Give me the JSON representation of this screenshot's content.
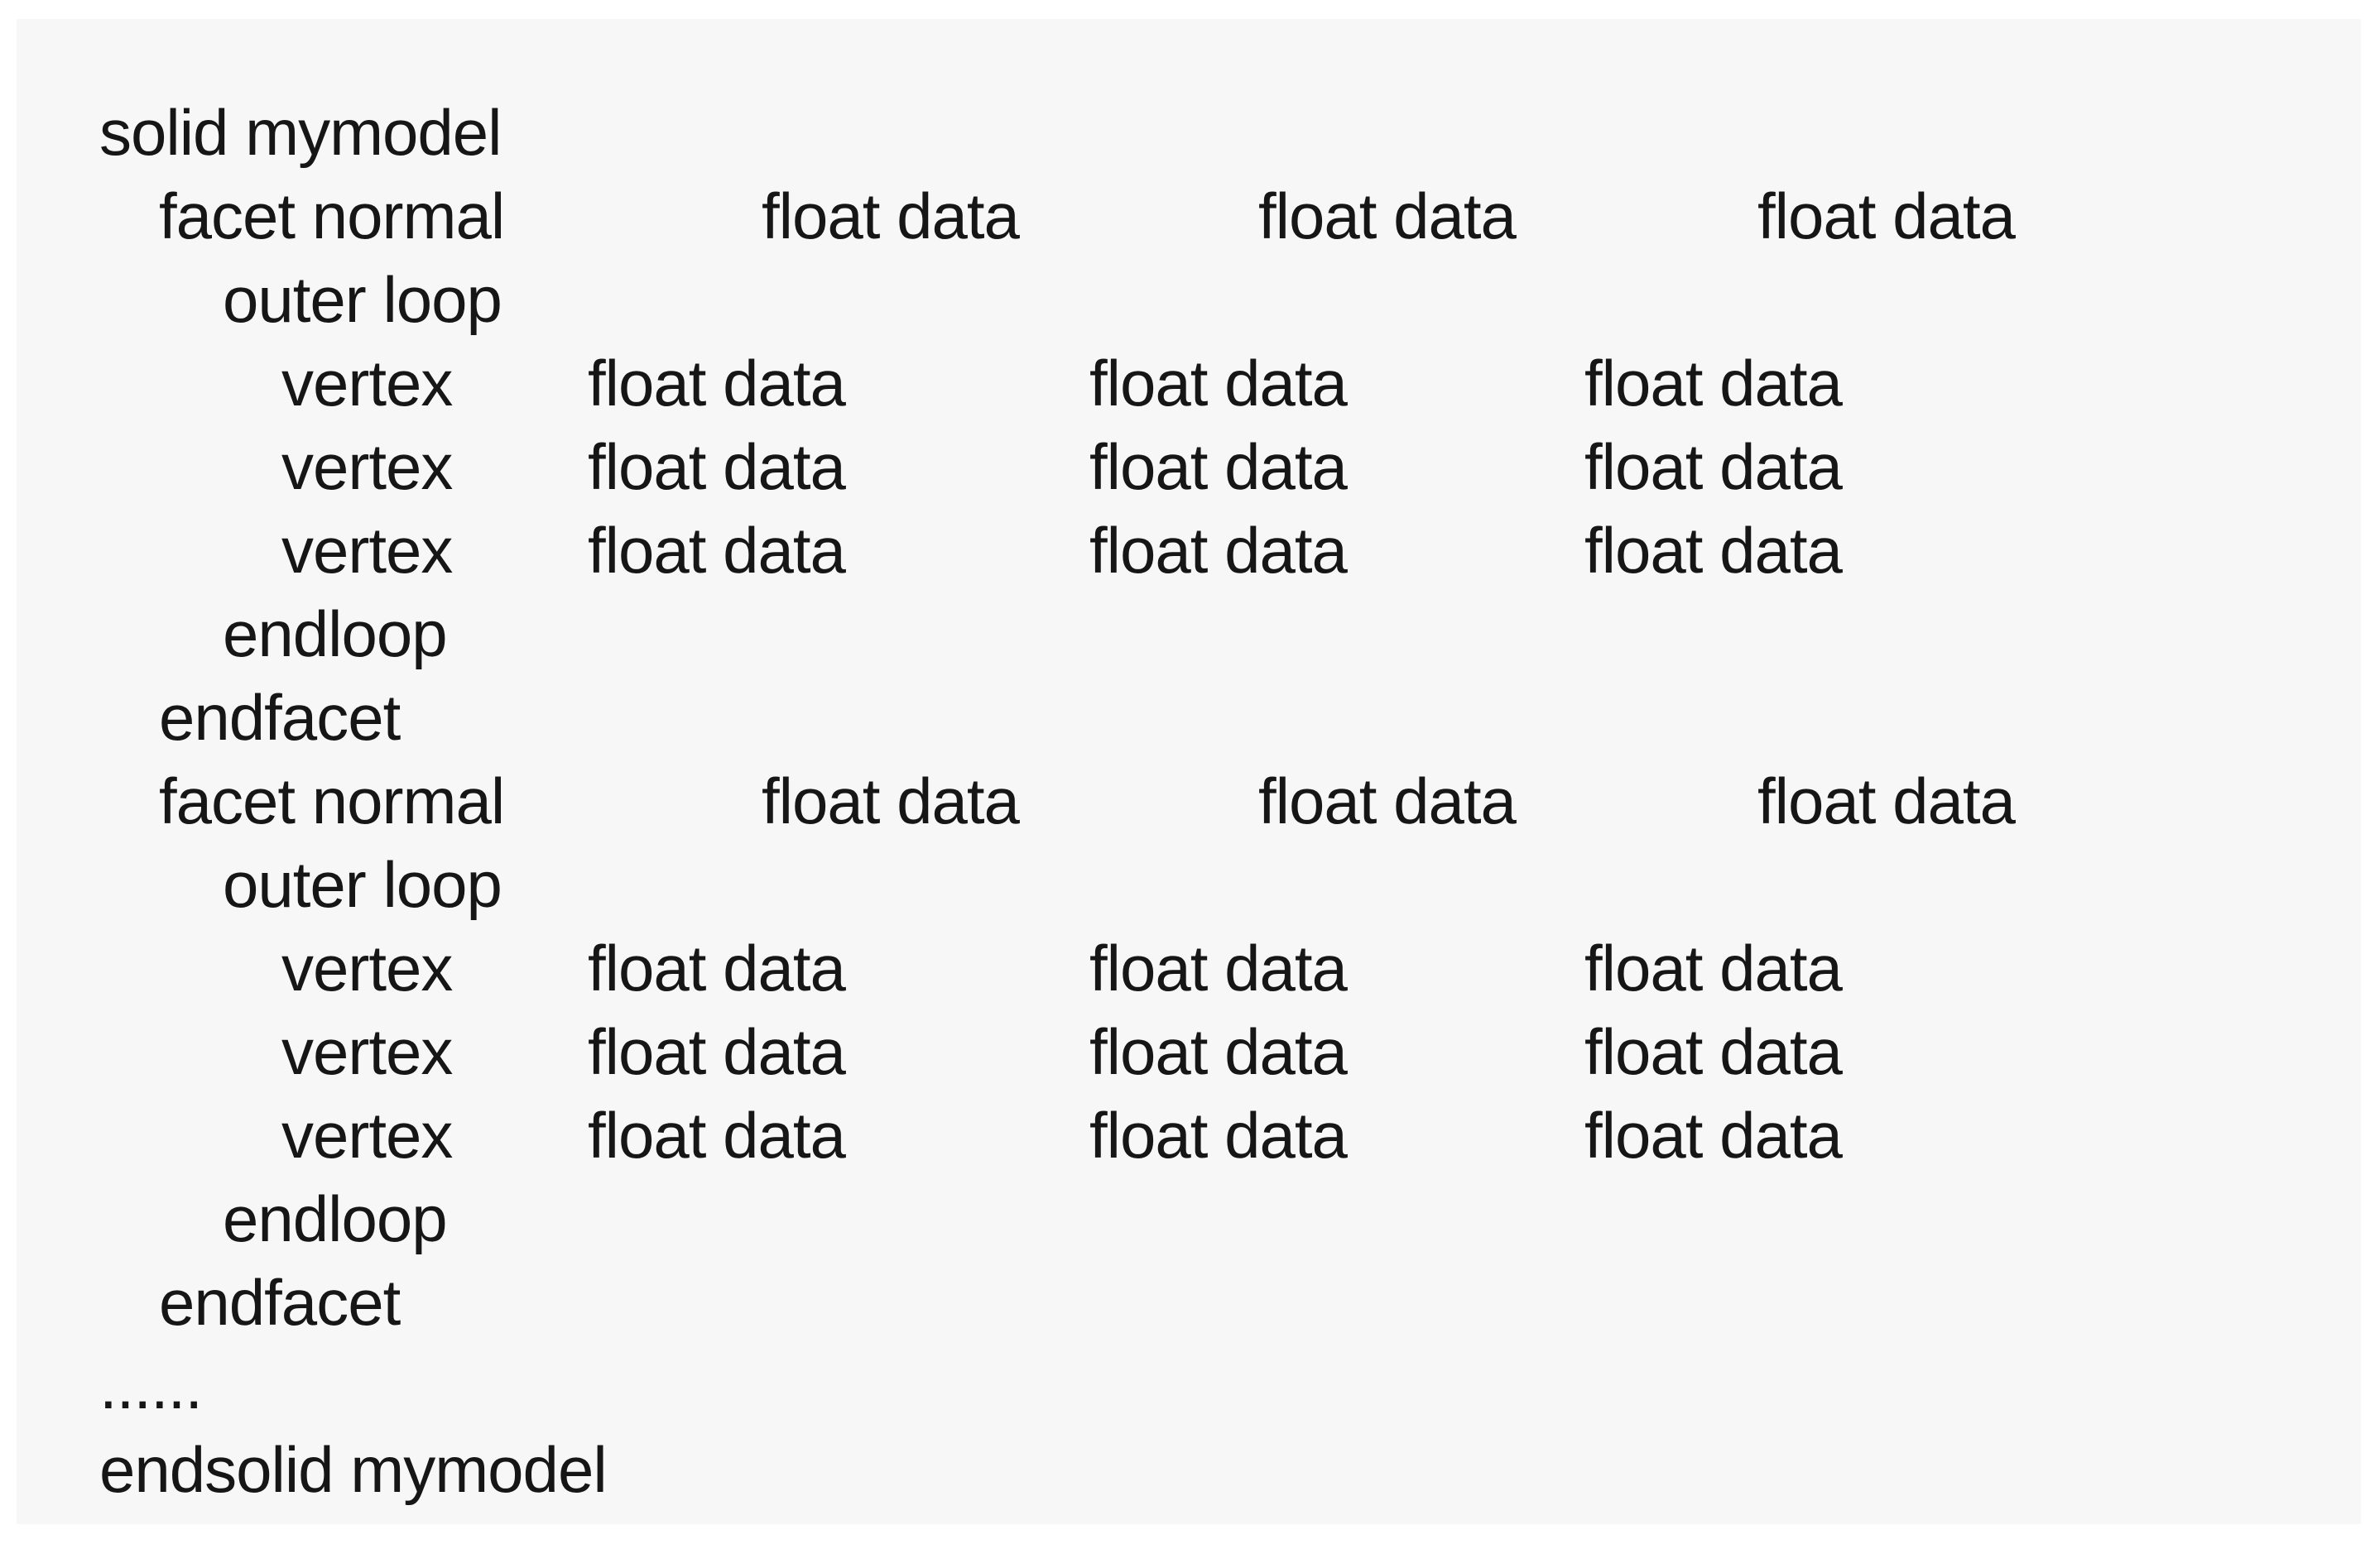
{
  "page": {
    "background": "#ffffff"
  },
  "panel": {
    "background": "#f7f7f7",
    "text_color": "#161616"
  },
  "document": {
    "lines": [
      {
        "tokens": [
          {
            "text": "solid mymodel",
            "col": "l0",
            "name": "token-solid-mymodel"
          }
        ]
      },
      {
        "tokens": [
          {
            "text": "facet normal",
            "col": "l1",
            "name": "token-facet-normal"
          },
          {
            "text": "float data",
            "col": "n1",
            "name": "token-float-data"
          },
          {
            "text": "float data",
            "col": "n2",
            "name": "token-float-data"
          },
          {
            "text": "float data",
            "col": "n3",
            "name": "token-float-data"
          }
        ]
      },
      {
        "tokens": [
          {
            "text": "outer loop",
            "col": "l2",
            "name": "token-outer-loop"
          }
        ]
      },
      {
        "tokens": [
          {
            "text": "vertex",
            "col": "l3",
            "name": "token-vertex"
          },
          {
            "text": "float data",
            "col": "v1",
            "name": "token-float-data"
          },
          {
            "text": "float data",
            "col": "v2",
            "name": "token-float-data"
          },
          {
            "text": "float data",
            "col": "v3",
            "name": "token-float-data"
          }
        ]
      },
      {
        "tokens": [
          {
            "text": "vertex",
            "col": "l3",
            "name": "token-vertex"
          },
          {
            "text": "float data",
            "col": "v1",
            "name": "token-float-data"
          },
          {
            "text": "float data",
            "col": "v2",
            "name": "token-float-data"
          },
          {
            "text": "float data",
            "col": "v3",
            "name": "token-float-data"
          }
        ]
      },
      {
        "tokens": [
          {
            "text": "vertex",
            "col": "l3",
            "name": "token-vertex"
          },
          {
            "text": "float data",
            "col": "v1",
            "name": "token-float-data"
          },
          {
            "text": "float data",
            "col": "v2",
            "name": "token-float-data"
          },
          {
            "text": "float data",
            "col": "v3",
            "name": "token-float-data"
          }
        ]
      },
      {
        "tokens": [
          {
            "text": "endloop",
            "col": "l2",
            "name": "token-endloop"
          }
        ]
      },
      {
        "tokens": [
          {
            "text": "endfacet",
            "col": "l1",
            "name": "token-endfacet"
          }
        ]
      },
      {
        "tokens": [
          {
            "text": "facet normal",
            "col": "l1",
            "name": "token-facet-normal"
          },
          {
            "text": "float data",
            "col": "n1",
            "name": "token-float-data"
          },
          {
            "text": "float data",
            "col": "n2",
            "name": "token-float-data"
          },
          {
            "text": "float data",
            "col": "n3",
            "name": "token-float-data"
          }
        ]
      },
      {
        "tokens": [
          {
            "text": "outer loop",
            "col": "l2",
            "name": "token-outer-loop"
          }
        ]
      },
      {
        "tokens": [
          {
            "text": "vertex",
            "col": "l3",
            "name": "token-vertex"
          },
          {
            "text": "float data",
            "col": "v1",
            "name": "token-float-data"
          },
          {
            "text": "float data",
            "col": "v2",
            "name": "token-float-data"
          },
          {
            "text": "float data",
            "col": "v3",
            "name": "token-float-data"
          }
        ]
      },
      {
        "tokens": [
          {
            "text": "vertex",
            "col": "l3",
            "name": "token-vertex"
          },
          {
            "text": "float data",
            "col": "v1",
            "name": "token-float-data"
          },
          {
            "text": "float data",
            "col": "v2",
            "name": "token-float-data"
          },
          {
            "text": "float data",
            "col": "v3",
            "name": "token-float-data"
          }
        ]
      },
      {
        "tokens": [
          {
            "text": "vertex",
            "col": "l3",
            "name": "token-vertex"
          },
          {
            "text": "float data",
            "col": "v1",
            "name": "token-float-data"
          },
          {
            "text": "float data",
            "col": "v2",
            "name": "token-float-data"
          },
          {
            "text": "float data",
            "col": "v3",
            "name": "token-float-data"
          }
        ]
      },
      {
        "tokens": [
          {
            "text": "endloop",
            "col": "l2",
            "name": "token-endloop"
          }
        ]
      },
      {
        "tokens": [
          {
            "text": "endfacet",
            "col": "l1",
            "name": "token-endfacet"
          }
        ]
      },
      {
        "tokens": [
          {
            "text": "......",
            "col": "l0",
            "name": "token-ellipsis"
          }
        ]
      },
      {
        "tokens": [
          {
            "text": "endsolid mymodel",
            "col": "l0",
            "name": "token-endsolid-mymodel"
          }
        ]
      }
    ]
  }
}
